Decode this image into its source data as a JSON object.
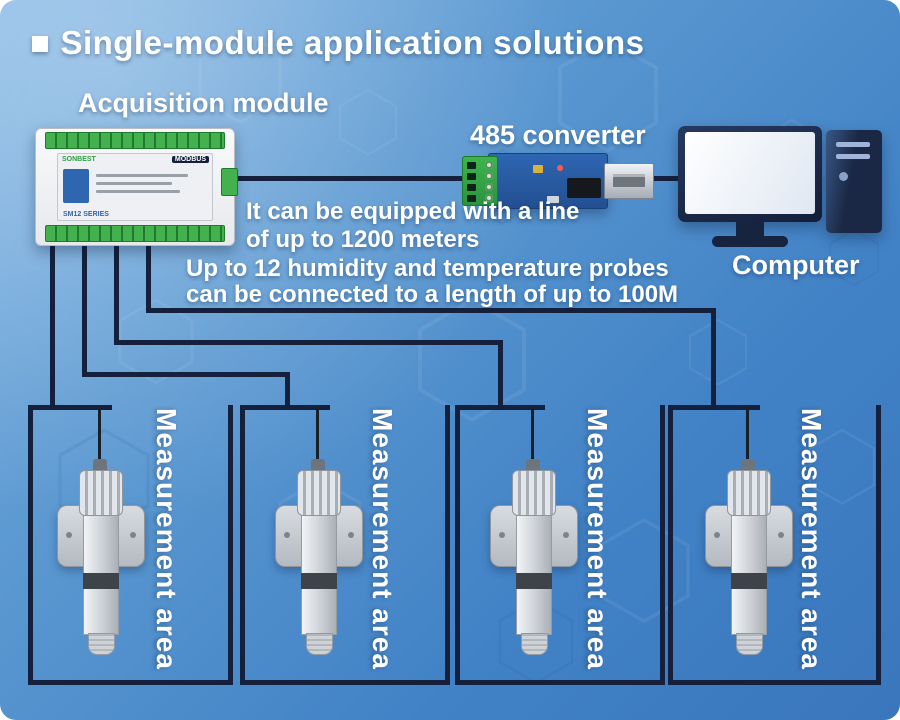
{
  "title": {
    "bullet": "■",
    "text": "Single-module application solutions"
  },
  "labels": {
    "acquisition_module": "Acquisition module",
    "converter_485": "485 converter",
    "computer": "Computer"
  },
  "notes": {
    "line_spec_1": "It can be equipped with a line",
    "line_spec_2": "of up to 1200 meters",
    "probe_spec_1": "Up to 12 humidity and temperature probes",
    "probe_spec_2": "can be connected to a length of up to 100M"
  },
  "module": {
    "brand": "SONBEST",
    "protocol": "MODBUS",
    "series": "SM12 SERIES"
  },
  "measurement_areas": [
    {
      "label": "Measurement area"
    },
    {
      "label": "Measurement area"
    },
    {
      "label": "Measurement area"
    },
    {
      "label": "Measurement area"
    }
  ],
  "colors": {
    "background_top": "#86b8e5",
    "background_bottom": "#3a76bc",
    "wire": "#14203c",
    "text": "#ffffff",
    "terminal_green": "#43b14e",
    "pcb_blue": "#2e66b2",
    "device_navy": "#1a2845"
  }
}
